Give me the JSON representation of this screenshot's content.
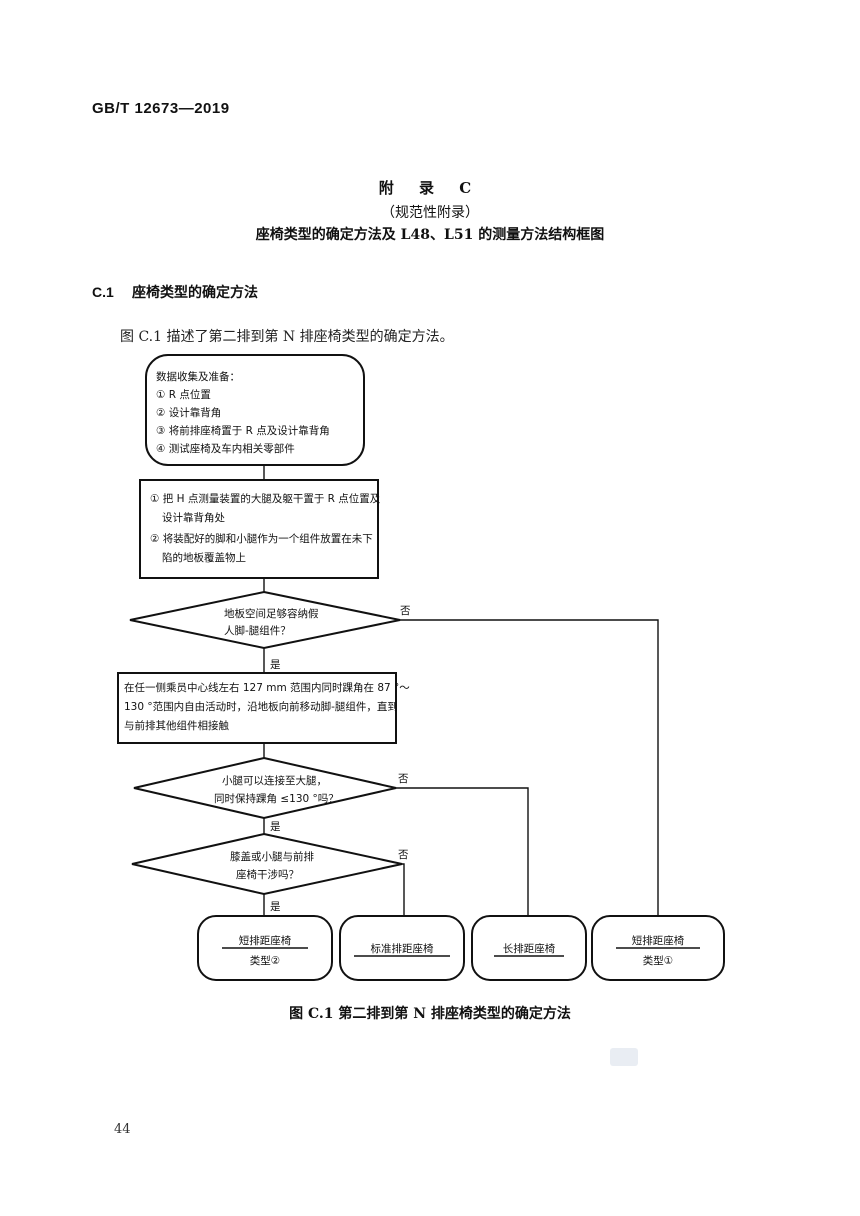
{
  "header": {
    "std_id": "GB/T  12673—2019"
  },
  "annex": {
    "title": "附  录  C",
    "type": "（规范性附录）",
    "subtitle": "座椅类型的确定方法及 L48、L51 的测量方法结构框图"
  },
  "section": {
    "number": "C.1",
    "title": "座椅类型的确定方法"
  },
  "intro": "图 C.1 描述了第二排到第 N 排座椅类型的确定方法。",
  "flowchart": {
    "box1": [
      "数据收集及准备：",
      "① R 点位置",
      "② 设计靠背角",
      "③ 将前排座椅置于 R 点及设计靠背角",
      "④ 测试座椅及车内相关零部件"
    ],
    "box2": [
      "① 把 H 点测量装置的大腿及躯干置于 R 点位置及",
      "设计靠背角处",
      "② 将装配好的脚和小腿作为一个组件放置在未下",
      "陷的地板覆盖物上"
    ],
    "decision1": [
      "地板空间足够容纳假",
      "人脚-腿组件？"
    ],
    "box3": [
      "在任一侧乘员中心线左右 127 mm 范围内同时踝角在 87 °～",
      "130 °范围内自由活动时，沿地板向前移动脚-腿组件，直到",
      "与前排其他组件相接触"
    ],
    "decision2": [
      "小腿可以连接至大腿，",
      "同时保持踝角 ≤130 °吗？"
    ],
    "decision3": [
      "膝盖或小腿与前排",
      "座椅干涉吗？"
    ],
    "yes": "是",
    "no": "否",
    "results": [
      {
        "line1": "短排距座椅",
        "line2": "类型②"
      },
      {
        "line1": "标准排距座椅"
      },
      {
        "line1": "长排距座椅"
      },
      {
        "line1": "短排距座椅",
        "line2": "类型①"
      }
    ]
  },
  "figure_caption": "图 C.1    第二排到第 N 排座椅类型的确定方法",
  "page_number": "44"
}
